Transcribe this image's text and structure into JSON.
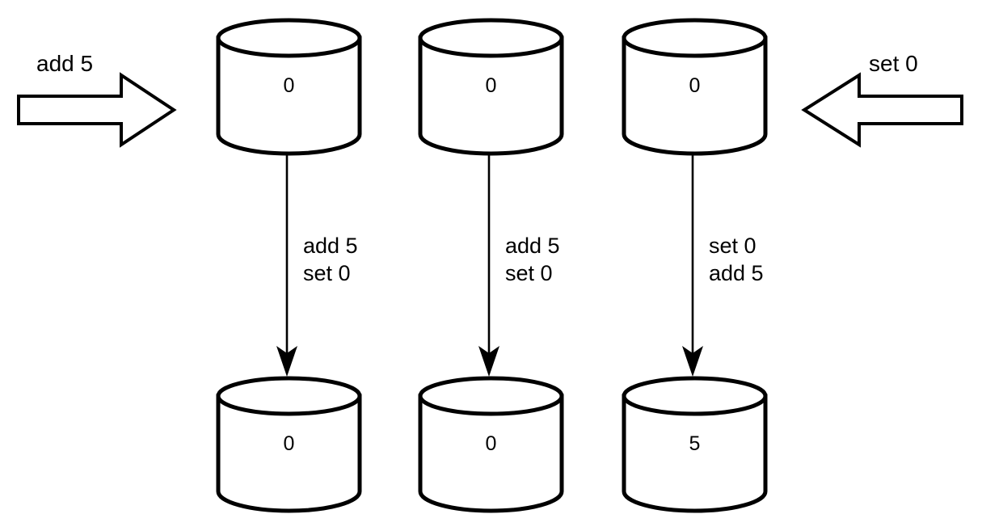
{
  "diagram": {
    "type": "replica-operation-order-diagram",
    "background_color": "#ffffff",
    "stroke_color": "#000000",
    "external_inputs": [
      {
        "id": "left-input",
        "label": "add 5",
        "direction": "right",
        "icon": "block-arrow-right-icon"
      },
      {
        "id": "right-input",
        "label": "set 0",
        "direction": "left",
        "icon": "block-arrow-left-icon"
      }
    ],
    "columns": [
      {
        "id": "replica-1",
        "before_value": "0",
        "after_value": "0",
        "operations": [
          "add 5",
          "set 0"
        ]
      },
      {
        "id": "replica-2",
        "before_value": "0",
        "after_value": "0",
        "operations": [
          "add 5",
          "set 0"
        ]
      },
      {
        "id": "replica-3",
        "before_value": "0",
        "after_value": "5",
        "operations": [
          "set 0",
          "add 5"
        ]
      }
    ]
  }
}
